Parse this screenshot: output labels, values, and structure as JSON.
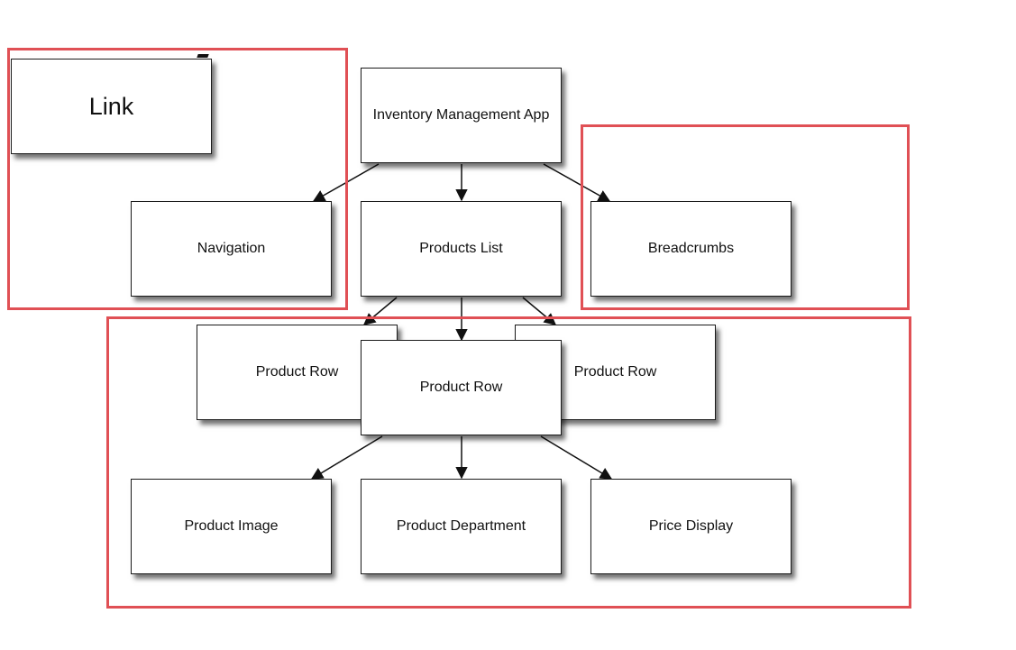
{
  "diagram": {
    "colors": {
      "region_border": "#e05055",
      "node_border": "#1a1a1a",
      "node_fill": "#ffffff",
      "edge": "#111111"
    },
    "nodes": {
      "link": "Link",
      "inventory_app": "Inventory Management App",
      "navigation": "Navigation",
      "products_list": "Products List",
      "breadcrumbs": "Breadcrumbs",
      "product_row_left": "Product Row",
      "product_row_center": "Product Row",
      "product_row_right": "Product Row",
      "product_image": "Product Image",
      "product_department": "Product Department",
      "price_display": "Price Display"
    },
    "edges": [
      {
        "from": "inventory_app",
        "to": "navigation"
      },
      {
        "from": "inventory_app",
        "to": "products_list"
      },
      {
        "from": "inventory_app",
        "to": "breadcrumbs"
      },
      {
        "from": "products_list",
        "to": "product_row_left"
      },
      {
        "from": "products_list",
        "to": "product_row_center"
      },
      {
        "from": "products_list",
        "to": "product_row_right"
      },
      {
        "from": "product_row_center",
        "to": "product_image"
      },
      {
        "from": "product_row_center",
        "to": "product_department"
      },
      {
        "from": "product_row_center",
        "to": "price_display"
      }
    ]
  }
}
